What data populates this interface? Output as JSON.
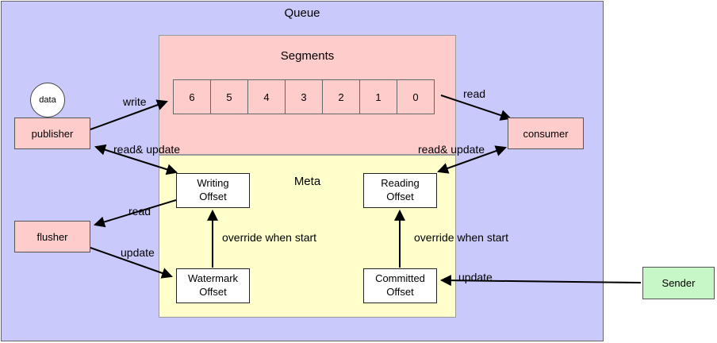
{
  "queue": {
    "label": "Queue"
  },
  "segments": {
    "label": "Segments",
    "cells": [
      "6",
      "5",
      "4",
      "3",
      "2",
      "1",
      "0"
    ]
  },
  "meta": {
    "label": "Meta",
    "writing_offset": "Writing Offset",
    "reading_offset": "Reading Offset",
    "watermark_offset": "Watermark Offset",
    "committed_offset": "Committed Offset"
  },
  "nodes": {
    "data": "data",
    "publisher": "publisher",
    "flusher": "flusher",
    "consumer": "consumer",
    "sender": "Sender"
  },
  "edges": {
    "write": "write",
    "read_consumer": "read",
    "publisher_meta": "read& update",
    "consumer_meta": "read& update",
    "flusher_read": "read",
    "flusher_update": "update",
    "override_writing": "override when start",
    "override_reading": "override when start",
    "sender_update": "update"
  },
  "colors": {
    "queue_bg": "#c9c9fb",
    "segments_bg": "#ffcccc",
    "meta_bg": "#ffffcc",
    "node_pink": "#ffcccc",
    "sender_green": "#c7f6c7",
    "arrow": "#000000"
  }
}
